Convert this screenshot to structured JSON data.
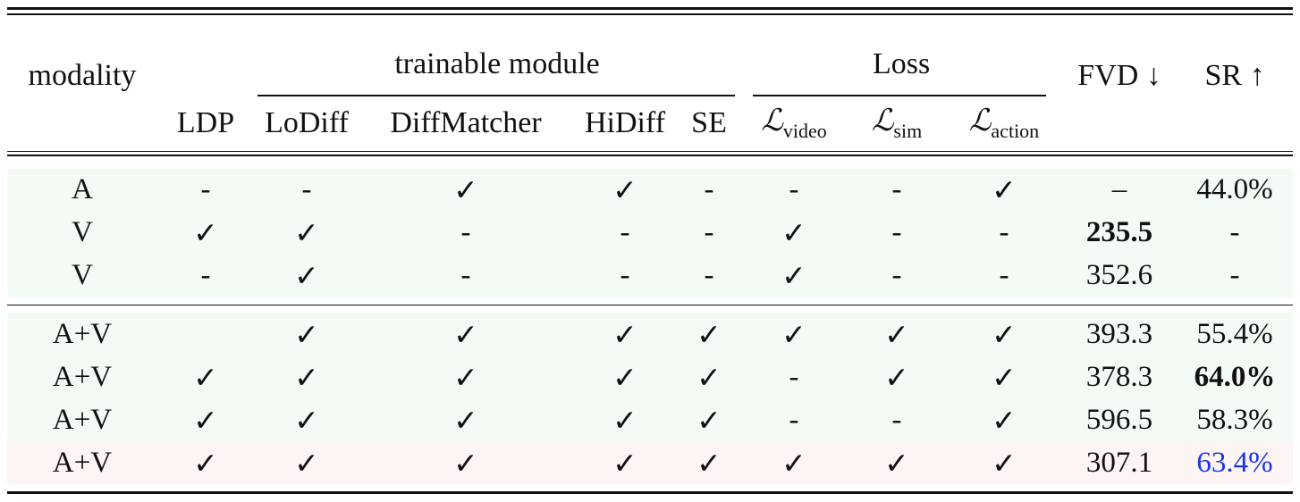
{
  "header": {
    "modality": "modality",
    "trainable_module": "trainable module",
    "loss": "Loss",
    "fvd": "FVD ↓",
    "sr": "SR ↑",
    "columns": {
      "ldp": "LDP",
      "lodiff": "LoDiff",
      "diffmatcher": "DiffMatcher",
      "hidiff": "HiDiff",
      "se": "SE",
      "l_video_sym": "ℒ",
      "l_video_sub": "video",
      "l_sim_sym": "ℒ",
      "l_sim_sub": "sim",
      "l_action_sym": "ℒ",
      "l_action_sub": "action"
    }
  },
  "rows": [
    {
      "modality": "A",
      "ldp": "-",
      "lodiff": "-",
      "diffmatcher": "✓",
      "hidiff": "✓",
      "se": "-",
      "l_video": "-",
      "l_sim": "-",
      "l_action": "✓",
      "fvd": "–",
      "sr": "44.0%"
    },
    {
      "modality": "V",
      "ldp": "✓",
      "lodiff": "✓",
      "diffmatcher": "-",
      "hidiff": "-",
      "se": "-",
      "l_video": "✓",
      "l_sim": "-",
      "l_action": "-",
      "fvd": "235.5",
      "sr": "-"
    },
    {
      "modality": "V",
      "ldp": "-",
      "lodiff": "✓",
      "diffmatcher": "-",
      "hidiff": "-",
      "se": "-",
      "l_video": "✓",
      "l_sim": "-",
      "l_action": "-",
      "fvd": "352.6",
      "sr": "-"
    },
    {
      "modality": "A+V",
      "ldp": "",
      "lodiff": "✓",
      "diffmatcher": "✓",
      "hidiff": "✓",
      "se": "✓",
      "l_video": "✓",
      "l_sim": "✓",
      "l_action": "✓",
      "fvd": "393.3",
      "sr": "55.4%"
    },
    {
      "modality": "A+V",
      "ldp": "✓",
      "lodiff": "✓",
      "diffmatcher": "✓",
      "hidiff": "✓",
      "se": "✓",
      "l_video": "-",
      "l_sim": "✓",
      "l_action": "✓",
      "fvd": "378.3",
      "sr": "64.0%"
    },
    {
      "modality": "A+V",
      "ldp": "✓",
      "lodiff": "✓",
      "diffmatcher": "✓",
      "hidiff": "✓",
      "se": "✓",
      "l_video": "-",
      "l_sim": "-",
      "l_action": "✓",
      "fvd": "596.5",
      "sr": "58.3%"
    },
    {
      "modality": "A+V",
      "ldp": "✓",
      "lodiff": "✓",
      "diffmatcher": "✓",
      "hidiff": "✓",
      "se": "✓",
      "l_video": "✓",
      "l_sim": "✓",
      "l_action": "✓",
      "fvd": "307.1",
      "sr": "63.4%"
    }
  ],
  "colors": {
    "green_row_bg": "#f4fbf4",
    "pink_row_bg": "#fdf4f4",
    "highlight_blue": "#1a36e6"
  }
}
